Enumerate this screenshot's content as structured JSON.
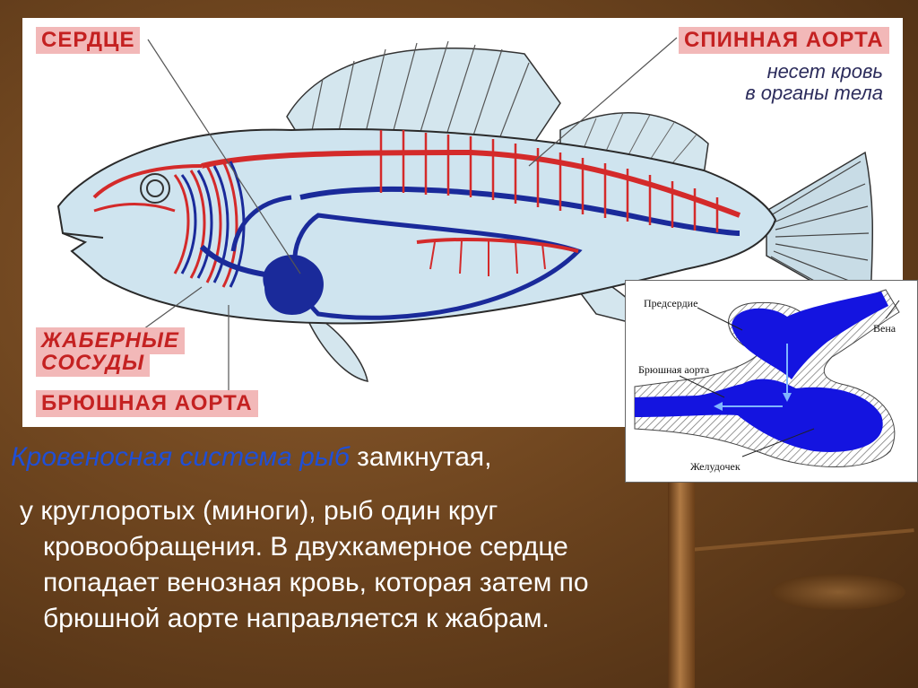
{
  "labels": {
    "heart": "СЕРДЦЕ",
    "dorsal_aorta": "СПИННАЯ АОРТА",
    "dorsal_note_1": "несет кровь",
    "dorsal_note_2": "в органы тела",
    "gill_vessels_1": "ЖАБЕРНЫЕ",
    "gill_vessels_2": "СОСУДЫ",
    "ventral_aorta": "БРЮШНАЯ АОРТА"
  },
  "inset": {
    "atrium": "Предсердие",
    "vein": "Вена",
    "ventral_aorta": "Брюшная аорта",
    "ventricle": "Желудочек"
  },
  "caption": {
    "line1_italic": "Кровеносная система рыб",
    "line1_rest": " замкнутая,",
    "body_line1": "у круглоротых (миноги), рыб  один круг",
    "body_line2": "кровообращения. В двухкамерное сердце",
    "body_line3": "попадает венозная кровь, которая затем по",
    "body_line4": "брюшной аорте направляется к жабрам."
  },
  "colors": {
    "artery": "#d42a2a",
    "vein": "#1a2a9a",
    "body": "#cfe4ef",
    "caption_highlight": "#1f4fd6"
  }
}
